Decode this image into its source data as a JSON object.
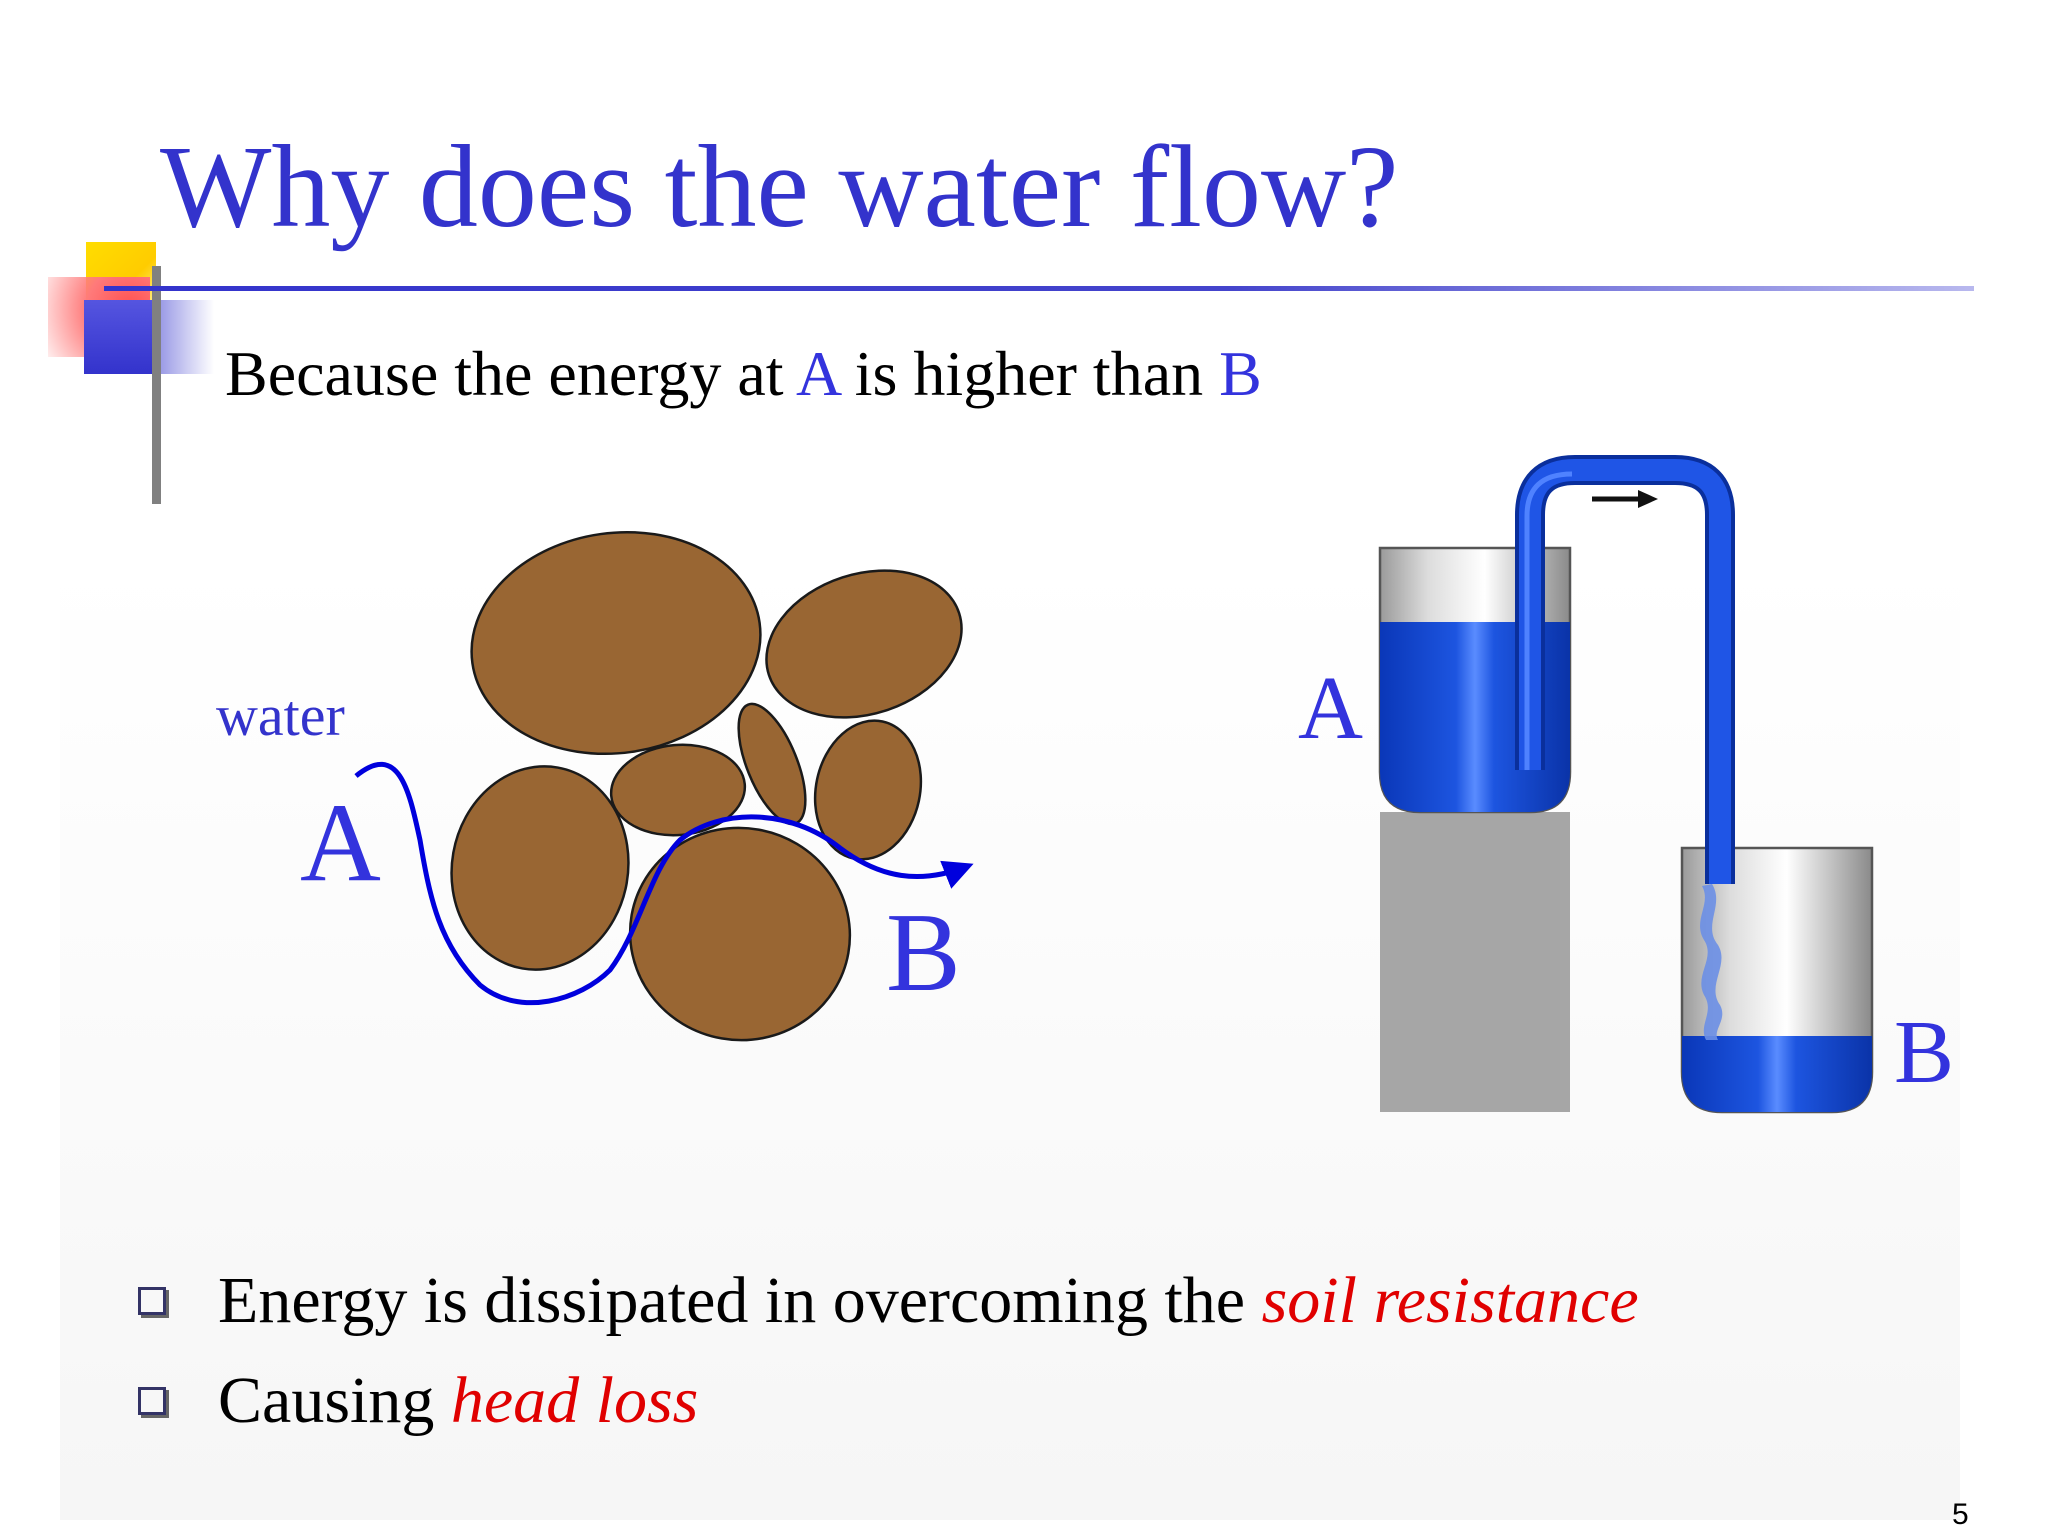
{
  "slide": {
    "title": "Why does the water flow?",
    "subtitle": {
      "prefix": "Because the energy at ",
      "point_a": "A",
      "middle": " is higher than ",
      "point_b": "B"
    },
    "soil_diagram": {
      "water_label": "water",
      "label_a": "A",
      "label_b": "B",
      "soil_color": "#996633",
      "flow_color": "#0000dd"
    },
    "siphon_diagram": {
      "label_a": "A",
      "label_b": "B",
      "water_color": "#1a4fd8",
      "stand_color": "#a6a6a6"
    },
    "bullets": [
      {
        "text": "Energy is dissipated in overcoming the ",
        "emphasis": "soil resistance"
      },
      {
        "text": "Causing ",
        "emphasis": "head loss"
      }
    ],
    "page_number": "5",
    "colors": {
      "title": "#3333cc",
      "emphasis": "#e00000",
      "label": "#3333dd"
    }
  }
}
